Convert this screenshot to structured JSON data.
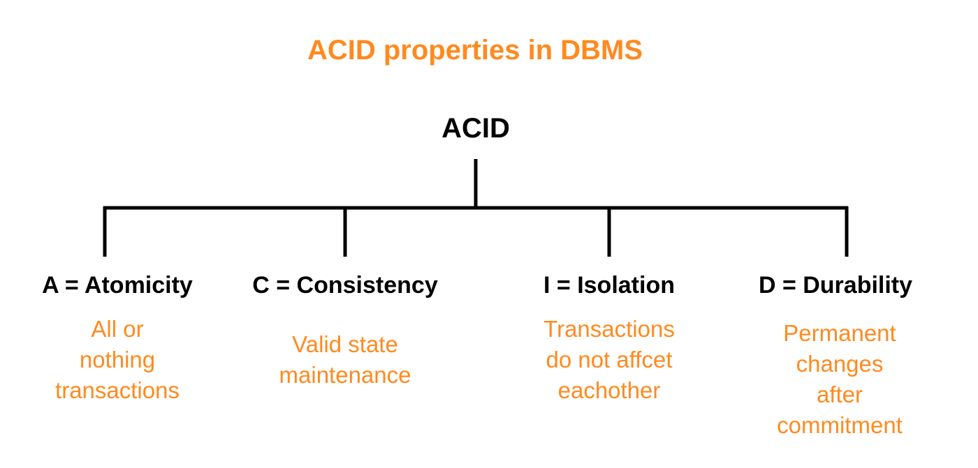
{
  "title": "ACID properties in DBMS",
  "root": "ACID",
  "colors": {
    "accent": "#ff8a1f",
    "text": "#000000",
    "lines": "#000000"
  },
  "properties": [
    {
      "label": "A = Atomicity",
      "description": [
        "All or",
        "nothing",
        "transactions"
      ]
    },
    {
      "label": "C = Consistency",
      "description": [
        "Valid state",
        "maintenance"
      ]
    },
    {
      "label": "I = Isolation",
      "description": [
        "Transactions",
        "do not affcet",
        "eachother"
      ]
    },
    {
      "label": "D = Durability",
      "description": [
        "Permanent",
        "changes",
        "after",
        "commitment"
      ]
    }
  ]
}
